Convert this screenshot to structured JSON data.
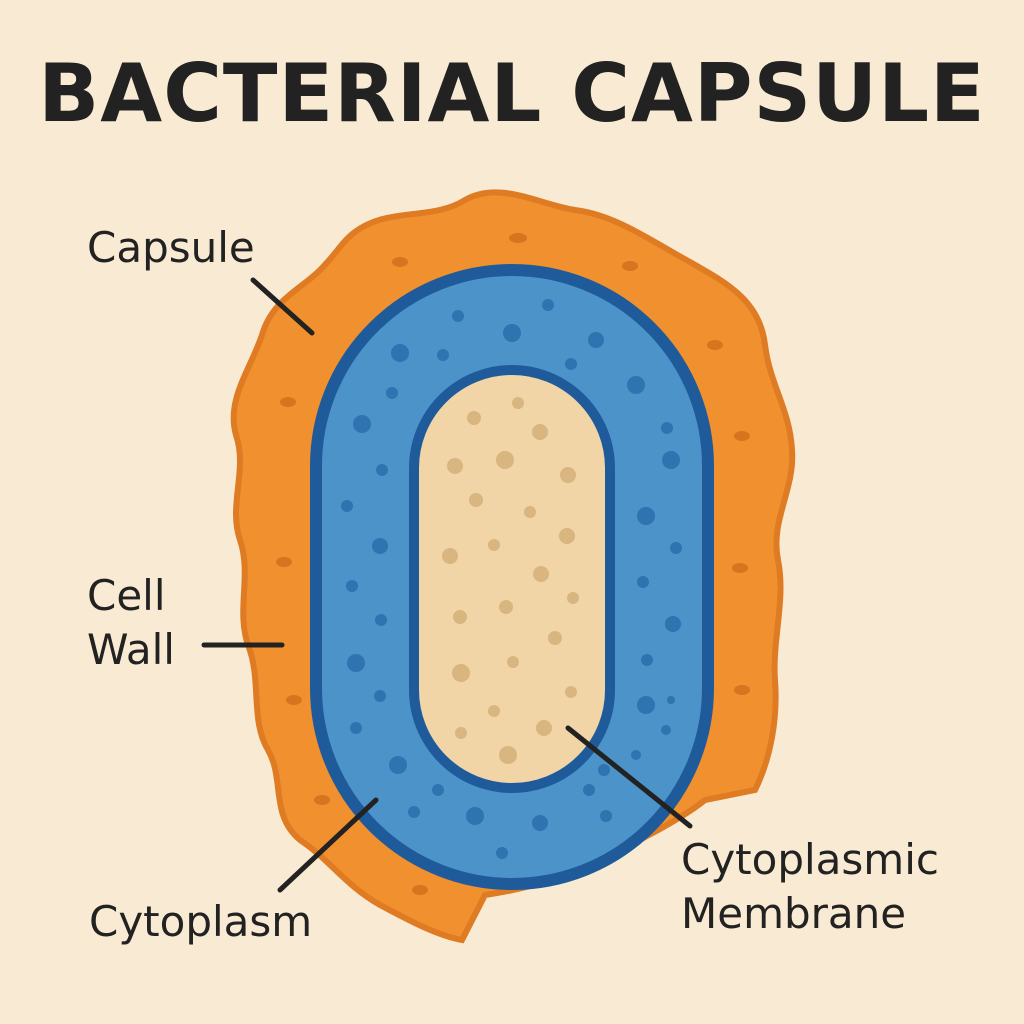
{
  "title": "BACTERIAL CAPSULE",
  "labels": {
    "capsule": "Capsule",
    "cell_wall_line1": "Cell",
    "cell_wall_line2": "Wall",
    "cytoplasm": "Cytoplasm",
    "membrane_line1": "Cytoplasmic",
    "membrane_line2": "Membrane"
  },
  "colors": {
    "background": "#f9ebd3",
    "capsule": "#f0902e",
    "capsule_edge": "#df7b22",
    "cell_wall": "#1f5b9a",
    "cytoplasm": "#4b93c8",
    "interior": "#f1d5a7",
    "text": "#222222"
  }
}
